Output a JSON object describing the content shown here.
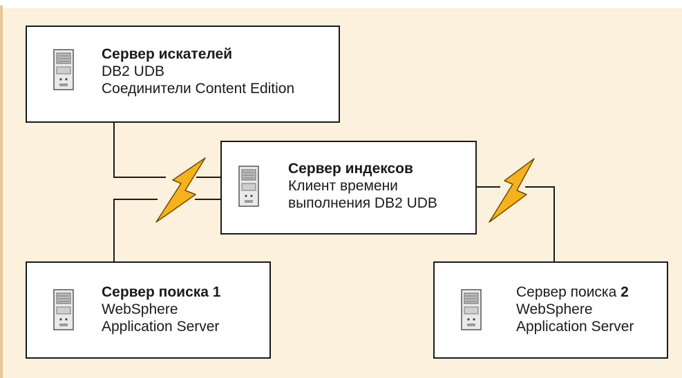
{
  "colors": {
    "background": "#fbf1dc",
    "box_border": "#1a1a1a",
    "connector": "#1a1a1a",
    "lightning_fill": "#f6b21a",
    "lightning_stroke": "#6b4a00"
  },
  "nodes": {
    "crawler_server": {
      "icon": "server-tower-icon",
      "title": "Сервер искателей",
      "lines": [
        "DB2 UDB",
        "Соединители Content Edition"
      ]
    },
    "index_server": {
      "icon": "server-tower-icon",
      "title": "Сервер индексов",
      "lines": [
        "Клиент времени",
        "выполнения DB2 UDB"
      ]
    },
    "search_server_1": {
      "icon": "server-tower-icon",
      "title": "Сервер поиска 1",
      "lines": [
        "WebSphere",
        "Application Server"
      ]
    },
    "search_server_2": {
      "icon": "server-tower-icon",
      "title_plain": "Сервер поиска ",
      "title_bold": "2",
      "lines": [
        "WebSphere",
        "Application Server"
      ]
    }
  },
  "links": [
    {
      "from": "crawler_server",
      "to": "index_server",
      "type": "network"
    },
    {
      "from": "search_server_1",
      "to": "index_server",
      "type": "network"
    },
    {
      "from": "index_server",
      "to": "search_server_2",
      "type": "network"
    }
  ]
}
